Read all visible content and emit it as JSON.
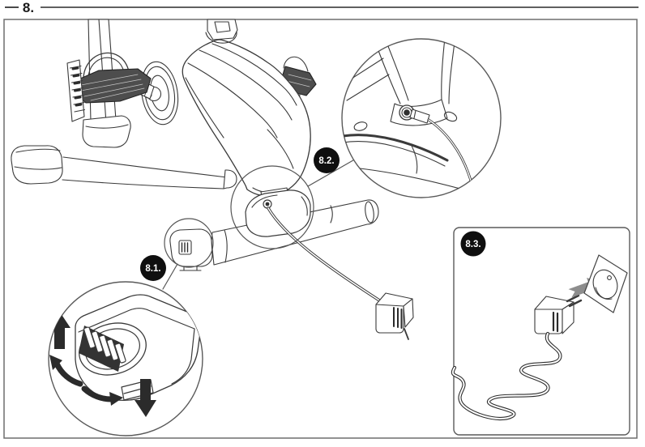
{
  "header": {
    "step_label": "8."
  },
  "figure": {
    "callouts": [
      {
        "label": "8.1."
      },
      {
        "label": "8.2."
      },
      {
        "label": "8.3."
      }
    ]
  },
  "icons": {
    "up_arrow": "adjust-foot-raise",
    "down_arrow": "adjust-foot-lower",
    "rotate_arrows": "turn-leveling-knob",
    "plug_arrow": "insert-adapter-into-outlet"
  },
  "colors": {
    "line": "#3a3a3a",
    "frame_border": "#6e6e6e",
    "badge_bg": "#0f0f0f",
    "badge_text": "#ffffff",
    "arrow_black": "#2b2b2b",
    "arrow_gray": "#8d8d8d",
    "pedal_fill": "#4d4d4d",
    "background": "#ffffff"
  }
}
